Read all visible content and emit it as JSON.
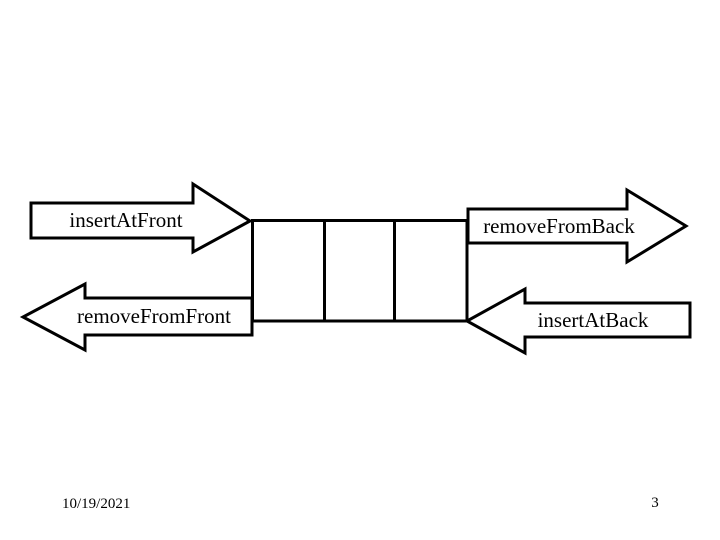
{
  "slide": {
    "background_color": "#ffffff",
    "line_color": "#000000"
  },
  "arrows": {
    "insert_at_front": {
      "label": "insertAtFront",
      "direction": "right"
    },
    "remove_from_back": {
      "label": "removeFromBack",
      "direction": "right"
    },
    "remove_from_front": {
      "label": "removeFromFront",
      "direction": "left"
    },
    "insert_at_back": {
      "label": "insertAtBack",
      "direction": "left"
    }
  },
  "deque": {
    "cell_count": 3
  },
  "footer": {
    "date": "10/19/2021",
    "page_number": "3"
  }
}
